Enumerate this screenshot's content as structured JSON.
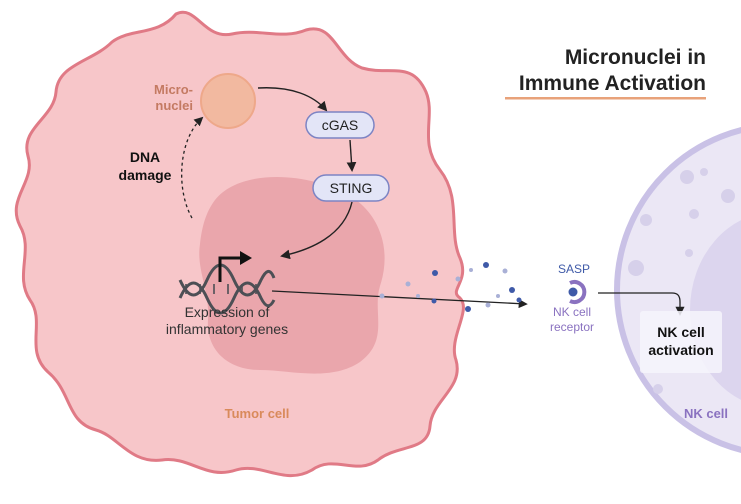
{
  "title": {
    "line1": "Micronuclei in",
    "line2": "Immune Activation"
  },
  "labels": {
    "micronuclei_line1": "Micro-",
    "micronuclei_line2": "nuclei",
    "dna_damage_line1": "DNA",
    "dna_damage_line2": "damage",
    "cgas": "cGAS",
    "sting": "STING",
    "expression_line1": "Expression of",
    "expression_line2": "inflammatory genes",
    "tumor_cell": "Tumor cell",
    "sasp": "SASP",
    "nk_receptor_line1": "NK cell",
    "nk_receptor_line2": "receptor",
    "nk_activation_line1": "NK cell",
    "nk_activation_line2": "activation",
    "nk_cell": "NK cell"
  },
  "icons": {
    "dna": "dna-helix-icon",
    "promoter": "transcription-arrow-icon",
    "receptor": "receptor-icon"
  },
  "colors": {
    "tumor_fill": "#f7c6c9",
    "tumor_stroke": "#e07a86",
    "nucleus_fill": "#eaa6ac",
    "micronucleus_fill": "#f2b9a0",
    "micronucleus_stroke": "#eea88a",
    "micronucleus_text": "#c47a62",
    "tumor_label": "#d98a5b",
    "pill_fill": "#e3e5f7",
    "pill_stroke": "#7d84c4",
    "nk_fill": "#ebe7f5",
    "nk_stroke": "#c9c1e6",
    "nk_inner": "#dcd5ee",
    "nk_text": "#8a72c0",
    "title_underline": "#e8a27a",
    "arrow": "#222222",
    "sasp_dot_dark": "#3f5aa8",
    "sasp_dot_light": "#a9b0d6"
  }
}
